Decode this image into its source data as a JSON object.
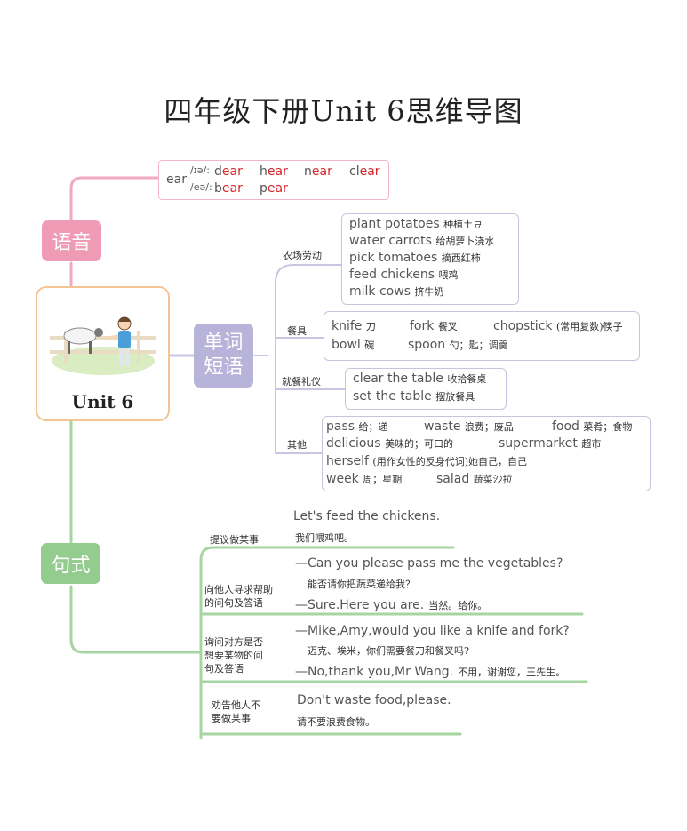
{
  "title": "四年级下册Unit 6思维导图",
  "center": {
    "label": "Unit 6"
  },
  "phonics": {
    "tag": "语音",
    "key": "ear",
    "rows": [
      {
        "ipa": "/ɪə/:",
        "words": [
          {
            "pre": "d",
            "hl": "ear"
          },
          {
            "pre": "h",
            "hl": "ear"
          },
          {
            "pre": "n",
            "hl": "ear"
          },
          {
            "pre": "cl",
            "hl": "ear"
          }
        ]
      },
      {
        "ipa": "/eə/:",
        "words": [
          {
            "pre": "b",
            "hl": "ear"
          },
          {
            "pre": "p",
            "hl": "ear"
          }
        ]
      }
    ]
  },
  "vocab": {
    "tag_line1": "单词",
    "tag_line2": "短语",
    "groups": [
      {
        "label": "农场劳动",
        "items": [
          {
            "en": "plant potatoes",
            "cn": "种植土豆"
          },
          {
            "en": "water carrots",
            "cn": "给胡萝卜浇水"
          },
          {
            "en": "pick tomatoes",
            "cn": "摘西红柿"
          },
          {
            "en": "feed chickens",
            "cn": "喂鸡"
          },
          {
            "en": "milk cows",
            "cn": "挤牛奶"
          }
        ]
      },
      {
        "label": "餐具",
        "items": [
          {
            "en": "knife",
            "cn": "刀"
          },
          {
            "en": "fork",
            "cn": "餐叉"
          },
          {
            "en": "chopstick",
            "cn": "(常用复数)筷子"
          },
          {
            "en": "bowl",
            "cn": "碗"
          },
          {
            "en": "spoon",
            "cn": "勺；匙；调羹"
          }
        ]
      },
      {
        "label": "就餐礼仪",
        "items": [
          {
            "en": "clear the table",
            "cn": "收拾餐桌"
          },
          {
            "en": "set the table",
            "cn": "摆放餐具"
          }
        ]
      },
      {
        "label": "其他",
        "items": [
          {
            "en": "pass",
            "cn": "给；递"
          },
          {
            "en": "waste",
            "cn": "浪费；废品"
          },
          {
            "en": "food",
            "cn": "菜肴；食物"
          },
          {
            "en": "delicious",
            "cn": "美味的；可口的"
          },
          {
            "en": "supermarket",
            "cn": "超市"
          },
          {
            "en": "herself",
            "cn": "(用作女性的反身代词)她自己，自己"
          },
          {
            "en": "week",
            "cn": "周；星期"
          },
          {
            "en": "salad",
            "cn": "蔬菜沙拉"
          }
        ]
      }
    ]
  },
  "sentences": {
    "tag": "句式",
    "groups": [
      {
        "label": "提议做某事",
        "lines": [
          {
            "en": "Let's feed the chickens.",
            "cn": "我们喂鸡吧。"
          }
        ]
      },
      {
        "label_l1": "向他人寻求帮助",
        "label_l2": "的问句及答语",
        "lines": [
          {
            "en": "—Can you please pass me the vegetables?",
            "cn": "能否请你把蔬菜递给我？"
          },
          {
            "en": "—Sure.Here you are.",
            "cn": "当然。给你。"
          }
        ]
      },
      {
        "label_l1": "询问对方是否",
        "label_l2": "想要某物的问",
        "label_l3": "句及答语",
        "lines": [
          {
            "en": "—Mike,Amy,would you like a knife and fork?",
            "cn": "迈克、埃米，你们需要餐刀和餐叉吗?"
          },
          {
            "en": "—No,thank you,Mr Wang.",
            "cn": "不用，谢谢您，王先生。"
          }
        ]
      },
      {
        "label_l1": "劝告他人不",
        "label_l2": "要做某事",
        "lines": [
          {
            "en": "Don't waste food,please.",
            "cn": "请不要浪费食物。"
          }
        ]
      }
    ]
  },
  "colors": {
    "pink": "#ef9bb5",
    "purple": "#b8b3d9",
    "green": "#94cc8f",
    "orange": "#f3c495",
    "red": "#d6262c"
  }
}
